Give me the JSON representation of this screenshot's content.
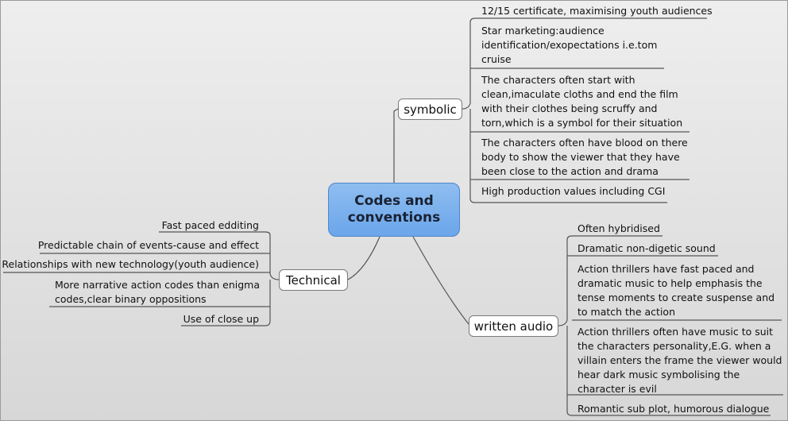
{
  "central": {
    "label_line1": "Codes and",
    "label_line2": "conventions"
  },
  "branches": {
    "symbolic": {
      "label": "symbolic",
      "items": [
        "12/15 certificate, maximising youth audiences",
        "Star marketing:audience identification/exopectations i.e.tom cruise",
        "The characters often start with clean,imaculate cloths and end the film with their clothes being scruffy and torn,which is a symbol for their situation",
        "The characters often have blood on there body to show the viewer that they have been close to the action and drama",
        "High production values including CGI"
      ]
    },
    "technical": {
      "label": "Technical",
      "items": [
        "Fast paced edditing",
        "Predictable chain of events-cause and effect",
        "Relationships with new technology(youth audience)",
        "More narrative action codes than enigma codes,clear binary oppositions",
        "Use of close up"
      ]
    },
    "written_audio": {
      "label": "written audio",
      "items": [
        "Often hybridised",
        "Dramatic non-digetic  sound",
        "Action thrillers have fast paced and dramatic music to help emphasis the tense moments to create suspense and to match the action",
        "Action thrillers often have music to suit the characters personality,E.G. when a villain enters the frame the viewer would hear dark music symbolising the character is evil",
        "Romantic sub plot, humorous dialogue"
      ]
    }
  },
  "colors": {
    "central_fill": "#7fb3ee",
    "central_border": "#4f86c8",
    "line": "#555555"
  }
}
